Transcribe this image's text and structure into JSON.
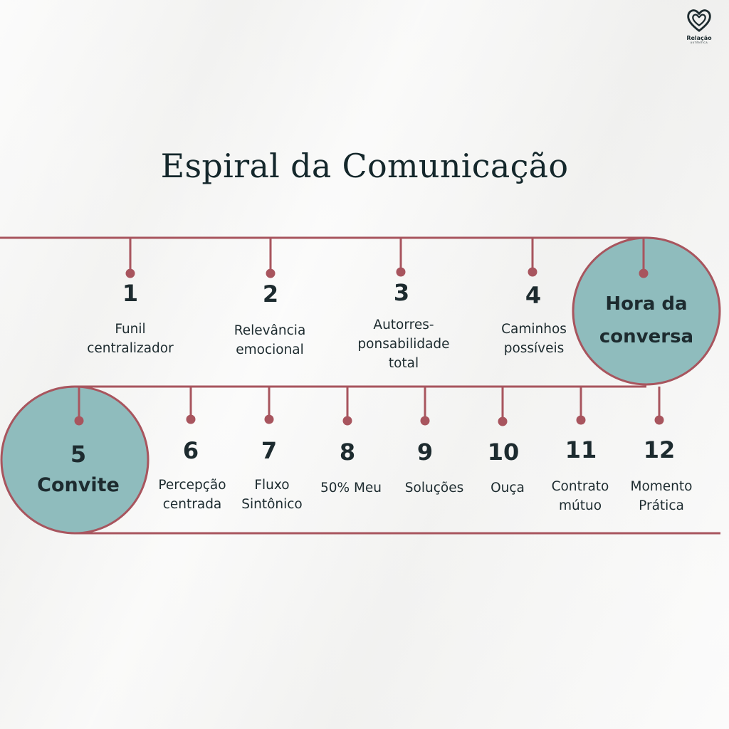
{
  "brand": {
    "name": "Relação",
    "tagline": "AUTÊNTICA"
  },
  "title": "Espiral da Comunicação",
  "colors": {
    "line": "#a8555e",
    "circle": "#8fbcbd",
    "text": "#1d2b2f"
  },
  "hub": {
    "line1": "Hora da",
    "line2": "conversa"
  },
  "steps_top": [
    {
      "number": "1",
      "line1": "Funil",
      "line2": "centralizador",
      "line3": ""
    },
    {
      "number": "2",
      "line1": "Relevância",
      "line2": "emocional",
      "line3": ""
    },
    {
      "number": "3",
      "line1": "Autorres-",
      "line2": "ponsabilidade",
      "line3": "total"
    },
    {
      "number": "4",
      "line1": "Caminhos",
      "line2": "possíveis",
      "line3": ""
    }
  ],
  "step5": {
    "number": "5",
    "label": "Convite"
  },
  "steps_bottom": [
    {
      "number": "6",
      "line1": "Percepção",
      "line2": "centrada"
    },
    {
      "number": "7",
      "line1": "Fluxo",
      "line2": "Sintônico"
    },
    {
      "number": "8",
      "line1": "50% Meu",
      "line2": ""
    },
    {
      "number": "9",
      "line1": "Soluções",
      "line2": ""
    },
    {
      "number": "10",
      "line1": "Ouça",
      "line2": ""
    },
    {
      "number": "11",
      "line1": "Contrato",
      "line2": "mútuo"
    },
    {
      "number": "12",
      "line1": "Momento",
      "line2": "Prática"
    }
  ]
}
